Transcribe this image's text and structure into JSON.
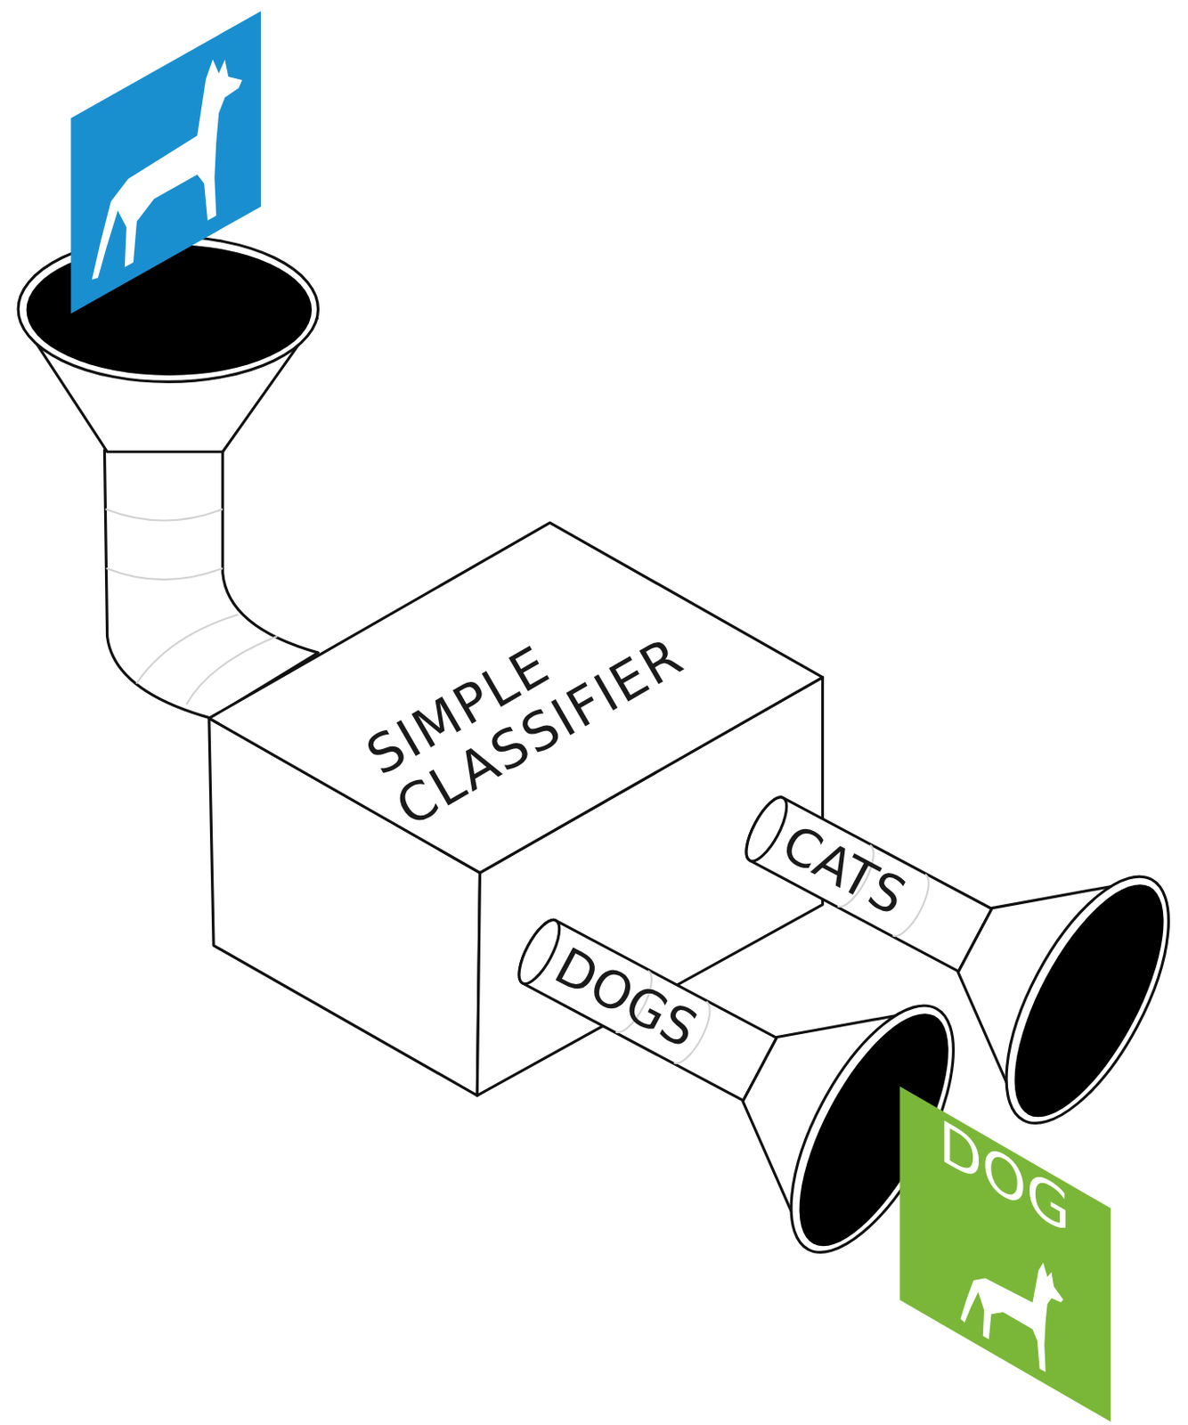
{
  "diagram": {
    "nodes": [
      {
        "text": [
          "SIMPLE CLASSIFIER"
        ]
      },
      {
        "text": [
          "CATS"
        ]
      },
      {
        "text": [
          "DOGS"
        ]
      },
      {
        "text": [
          "DOG"
        ]
      }
    ]
  }
}
